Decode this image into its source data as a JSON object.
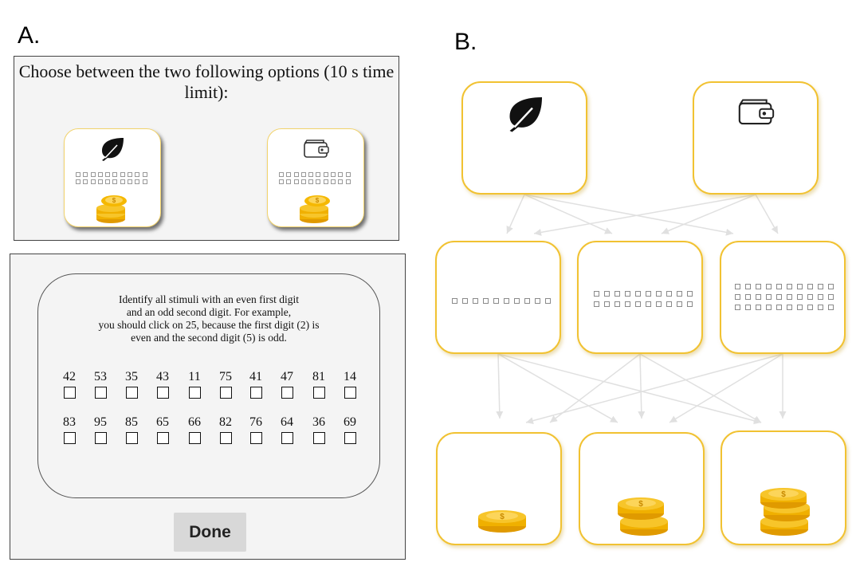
{
  "panel_a": {
    "label": "A.",
    "choice_prompt": "Choose between the two following options (10 s time limit):",
    "options": [
      {
        "icon": "leaf-icon",
        "small_boxes": 20
      },
      {
        "icon": "wallet-icon",
        "small_boxes": 20
      }
    ],
    "task": {
      "instruction_lines": [
        "Identify all stimuli with an even first digit",
        "and an odd second digit. For example,",
        "you should click on 25, because the first digit (2) is",
        "even and the second digit (5) is odd."
      ],
      "numbers_row1": [
        "42",
        "53",
        "35",
        "43",
        "11",
        "75",
        "41",
        "47",
        "81",
        "14"
      ],
      "numbers_row2": [
        "83",
        "95",
        "85",
        "65",
        "66",
        "82",
        "76",
        "64",
        "36",
        "69"
      ],
      "done_label": "Done"
    }
  },
  "panel_b": {
    "label": "B.",
    "top_icons": [
      "leaf-icon",
      "wallet-icon"
    ],
    "middle_box_counts": [
      10,
      20,
      30
    ],
    "bottom_coin_stacks": [
      1,
      2,
      3
    ]
  },
  "colors": {
    "card_border": "#f1c232",
    "coin_gold": "#f5b800",
    "arrow_gray": "#e0e0e0"
  }
}
